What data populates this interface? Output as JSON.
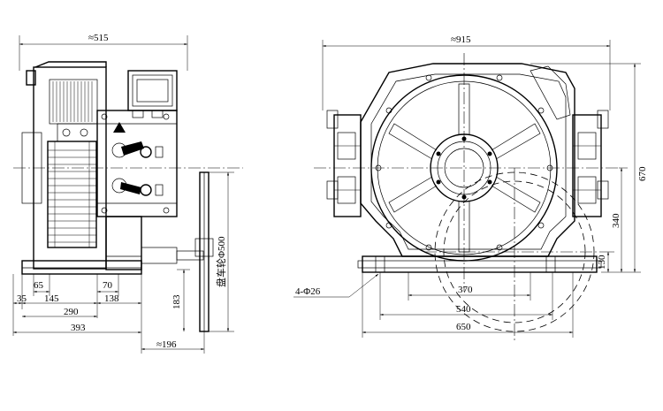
{
  "side_view": {
    "width_total": "≈515",
    "dims_bottom": {
      "d35": "35",
      "d65": "65",
      "d145": "145",
      "d70": "70",
      "d138": "138",
      "d290": "290",
      "d393": "393",
      "d196": "≈196"
    },
    "d183": "183",
    "handwheel_label": "盘车轮Φ500"
  },
  "front_view": {
    "width_total": "≈915",
    "height_670": "670",
    "height_340": "340",
    "d130": "130",
    "d370": "370",
    "d540": "540",
    "d650": "650",
    "holes": "4-Φ26"
  }
}
